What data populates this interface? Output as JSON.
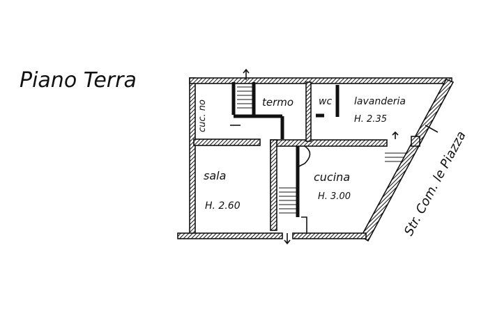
{
  "title": "Piano Terra",
  "street": "Str. Com. le Piazza",
  "rooms": [
    {
      "name": "cuc. no"
    },
    {
      "name": "termo"
    },
    {
      "name": "wc"
    },
    {
      "name": "lavanderia",
      "height": "H. 2.35"
    },
    {
      "name": "sala",
      "height": "H. 2.60"
    },
    {
      "name": "cucina",
      "height": "H. 3.00"
    }
  ]
}
